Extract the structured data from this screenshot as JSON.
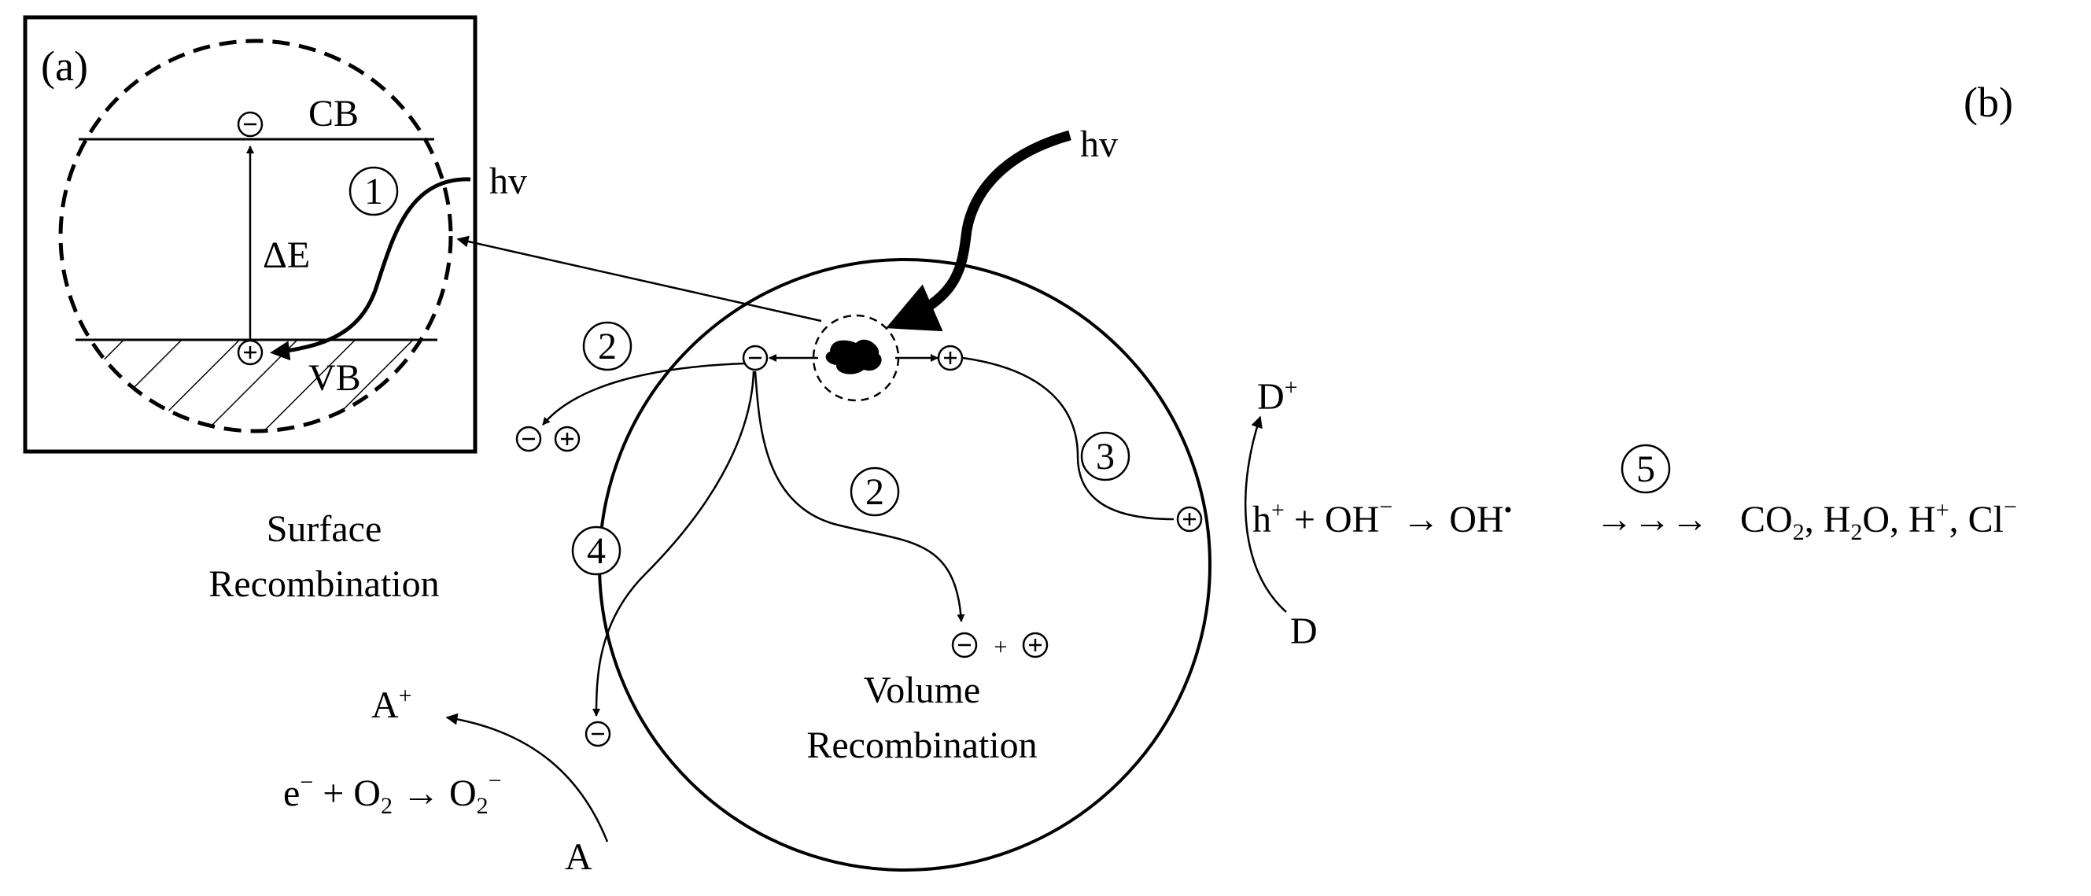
{
  "inset": {
    "panel_label": "(a)",
    "cb_label": "CB",
    "vb_label": "VB",
    "gap_label": "ΔE",
    "light_label": "hv",
    "step_1": "1"
  },
  "main": {
    "panel_label": "(b)",
    "light_label": "hv",
    "step_2a": "2",
    "step_2b": "2",
    "step_3": "3",
    "step_4": "4",
    "step_5": "5",
    "surface_recombination": [
      "Surface",
      "Recombination"
    ],
    "volume_recombination": [
      "Volume",
      "Recombination"
    ],
    "donor": "D",
    "donor_oxidized": "D",
    "donor_charge": "+",
    "acceptor": "A",
    "acceptor_reduced": "A",
    "acceptor_charge": "+",
    "reduction": {
      "e": "e",
      "e_sup": "−",
      "plus_o2": " + O",
      "sub2a": "2",
      "arrow": " → O",
      "sub2b": "2",
      "sup": "−"
    },
    "oxidation": {
      "h": "h",
      "h_sup": "+",
      "plus_oh": " + OH",
      "oh_sup": "−",
      "arrow": " → OH",
      "oh_rad_sup": "•"
    },
    "products": {
      "arrows": "→→→",
      "co": "CO",
      "co_sub": "2",
      "h2o_sep": ", H",
      "h2o_sub": "2",
      "h2o_tail": "O, H",
      "h_sup": "+",
      "cl": ", Cl",
      "cl_sup": "−"
    }
  }
}
